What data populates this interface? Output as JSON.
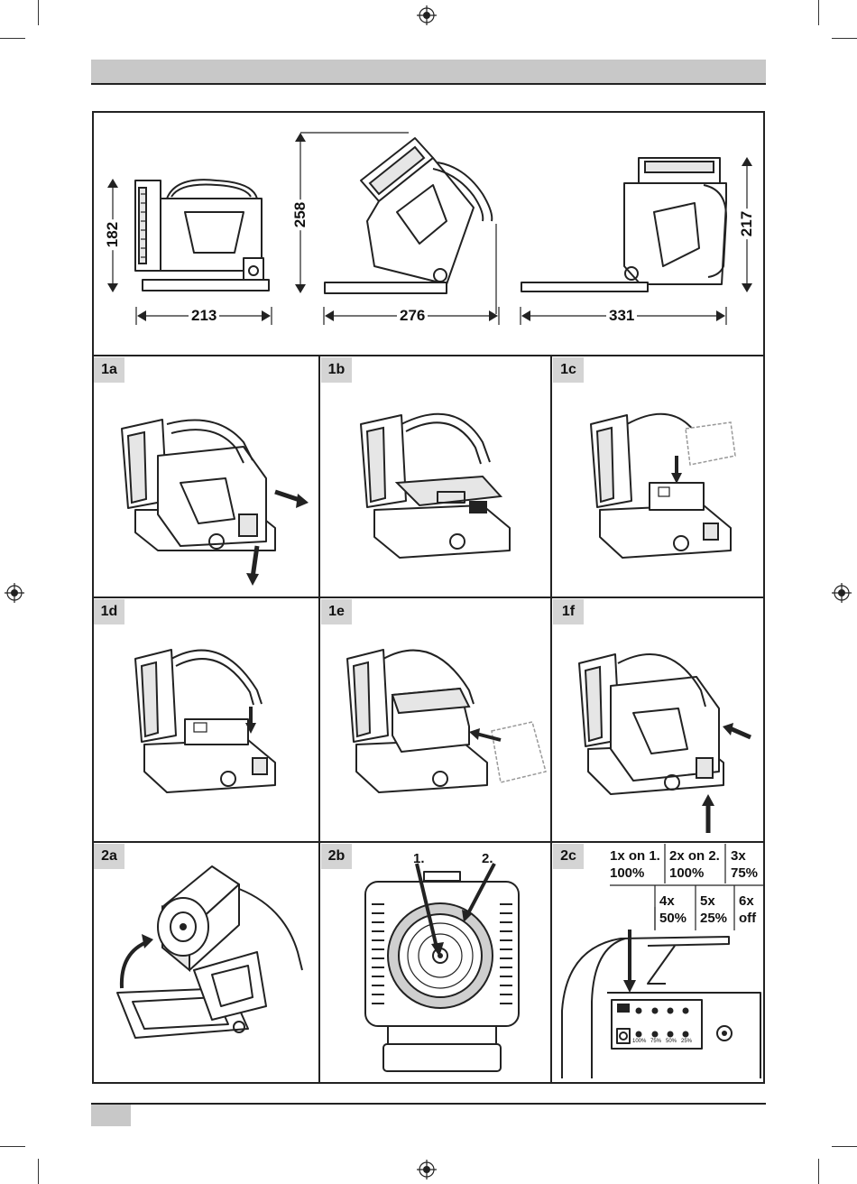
{
  "dimensions": {
    "side_height": "182",
    "side_width": "213",
    "tilted_height": "258",
    "tilted_width": "276",
    "open_height": "217",
    "open_width": "331"
  },
  "panels": {
    "p1a": "1a",
    "p1b": "1b",
    "p1c": "1c",
    "p1d": "1d",
    "p1e": "1e",
    "p1f": "1f",
    "p2a": "2a",
    "p2b": "2b",
    "p2c": "2c"
  },
  "step2b": {
    "label_1": "1.",
    "label_2": "2."
  },
  "modes": [
    {
      "text": "1x on 1.\n100%"
    },
    {
      "text": "2x on 2.\n100%"
    },
    {
      "text": "3x\n75%"
    },
    {
      "text": "4x\n50%"
    },
    {
      "text": "5x\n25%"
    },
    {
      "text": "6x\noff"
    }
  ],
  "led_labels": [
    "100%",
    "75%",
    "50%",
    "25%"
  ]
}
